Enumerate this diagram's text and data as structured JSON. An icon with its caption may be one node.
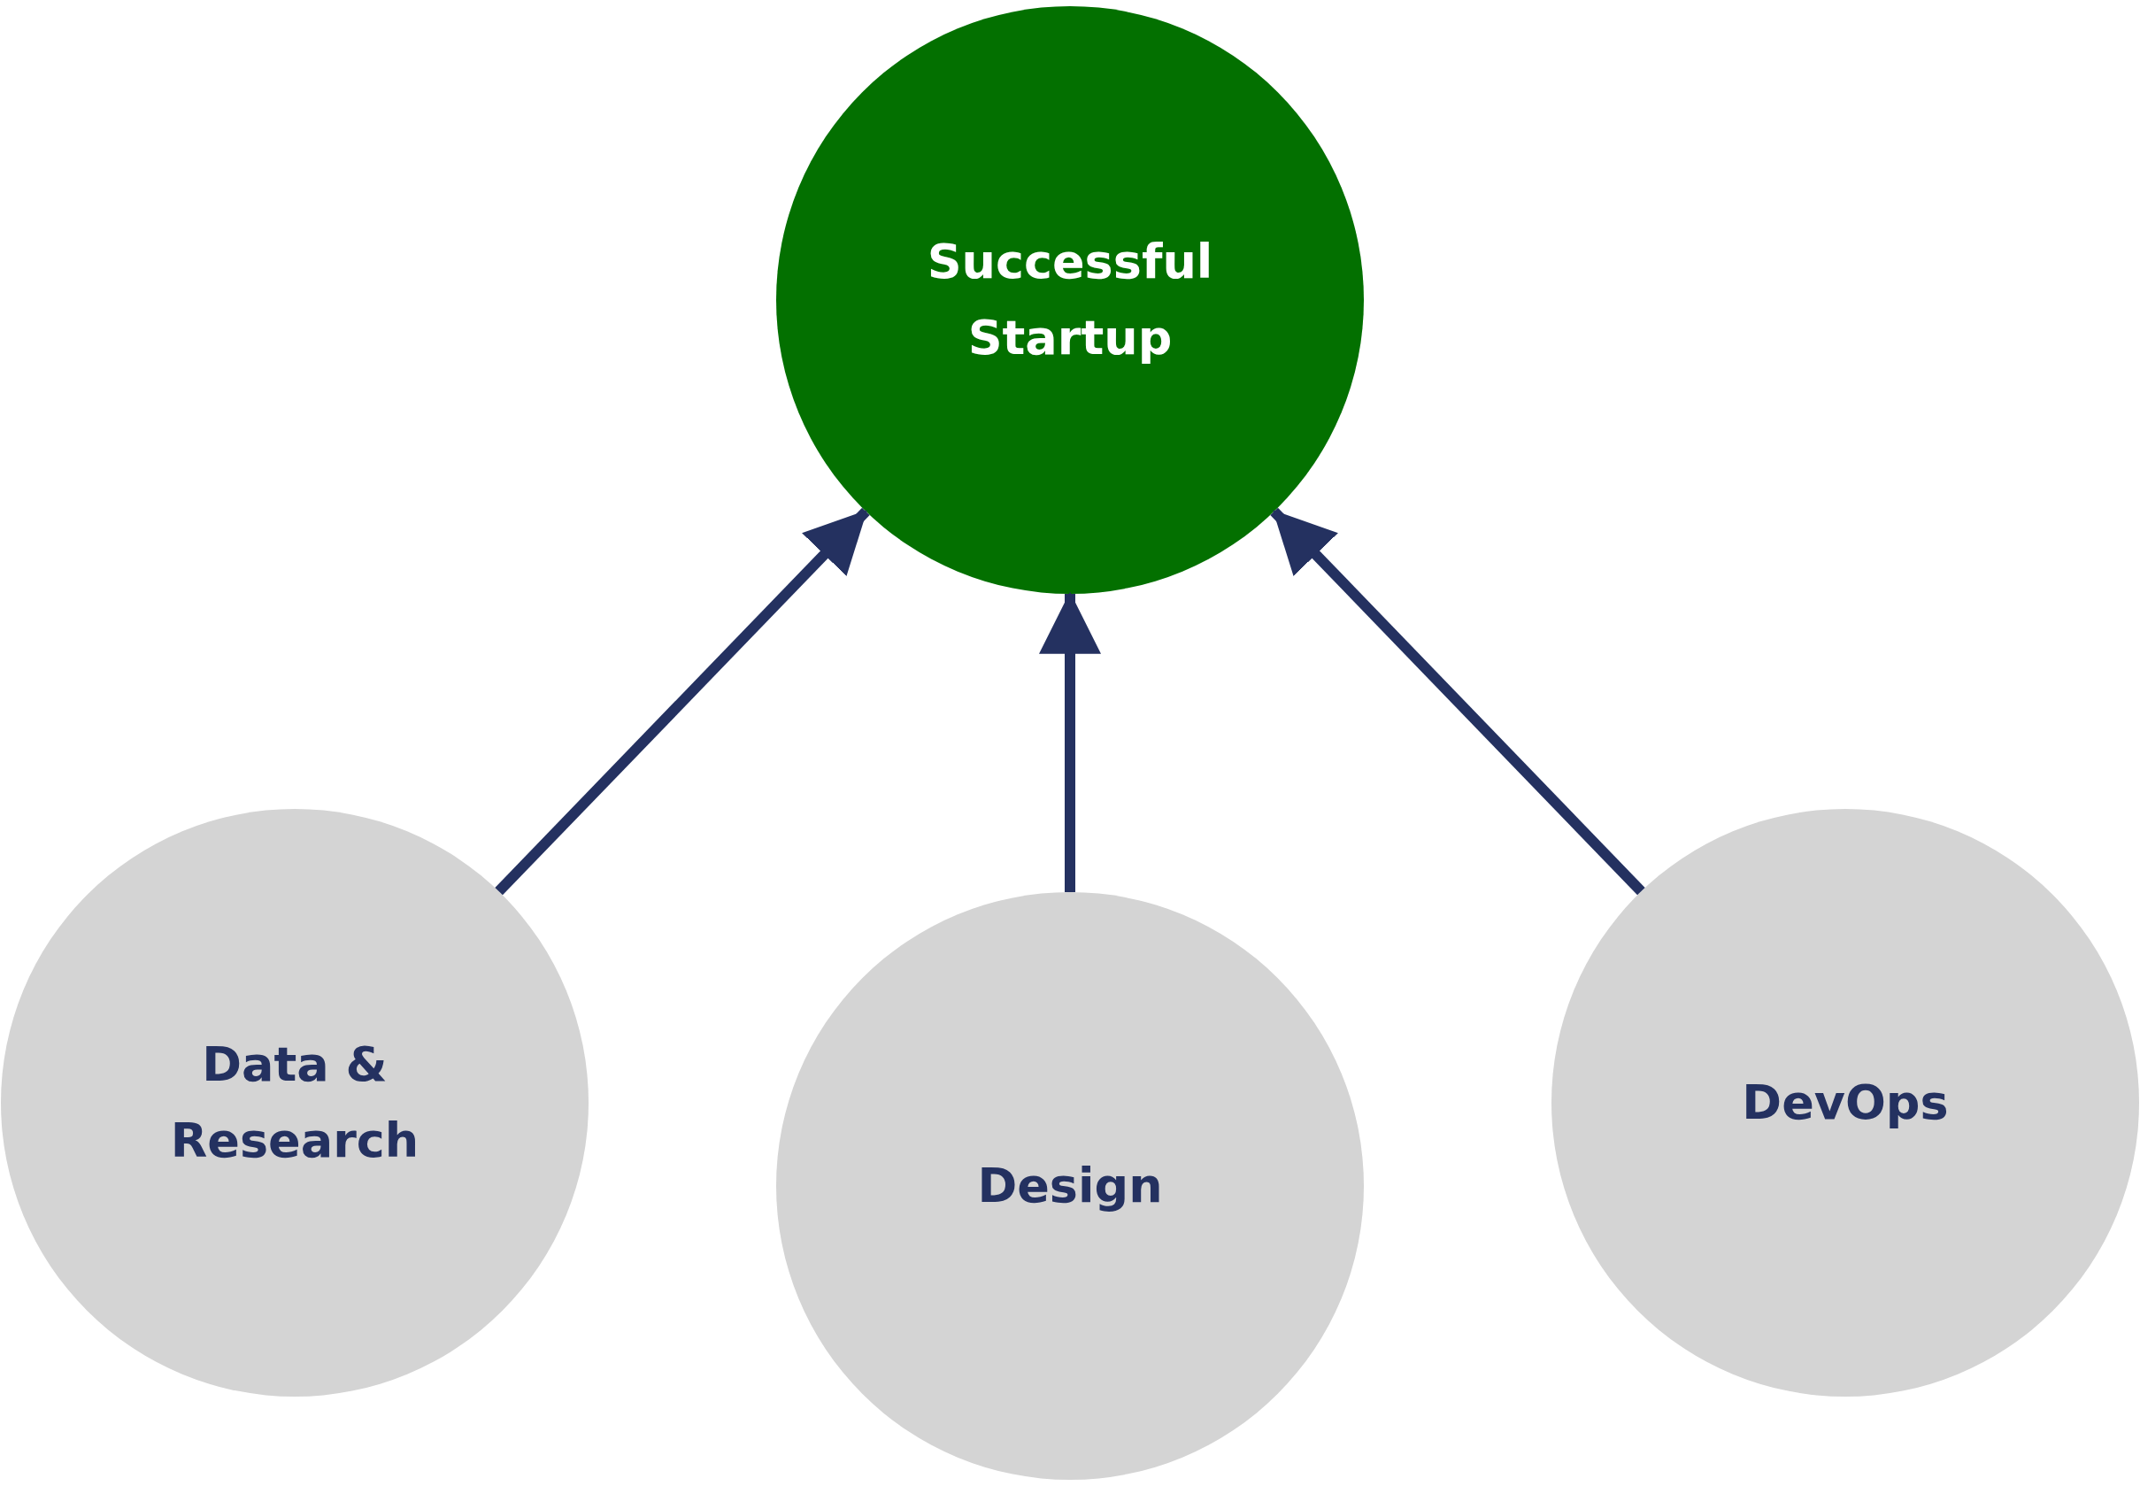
{
  "diagram": {
    "nodes": [
      {
        "text": [
          "Successful Startup"
        ]
      },
      {
        "text": [
          "Data & Research"
        ]
      },
      {
        "text": [
          "Design"
        ]
      },
      {
        "text": [
          "DevOps"
        ]
      }
    ],
    "edges": [
      {
        "from": 1,
        "to": 0,
        "arrow": "to"
      },
      {
        "from": 2,
        "to": 0,
        "arrow": "to"
      },
      {
        "from": 3,
        "to": 0,
        "arrow": "to"
      }
    ]
  }
}
